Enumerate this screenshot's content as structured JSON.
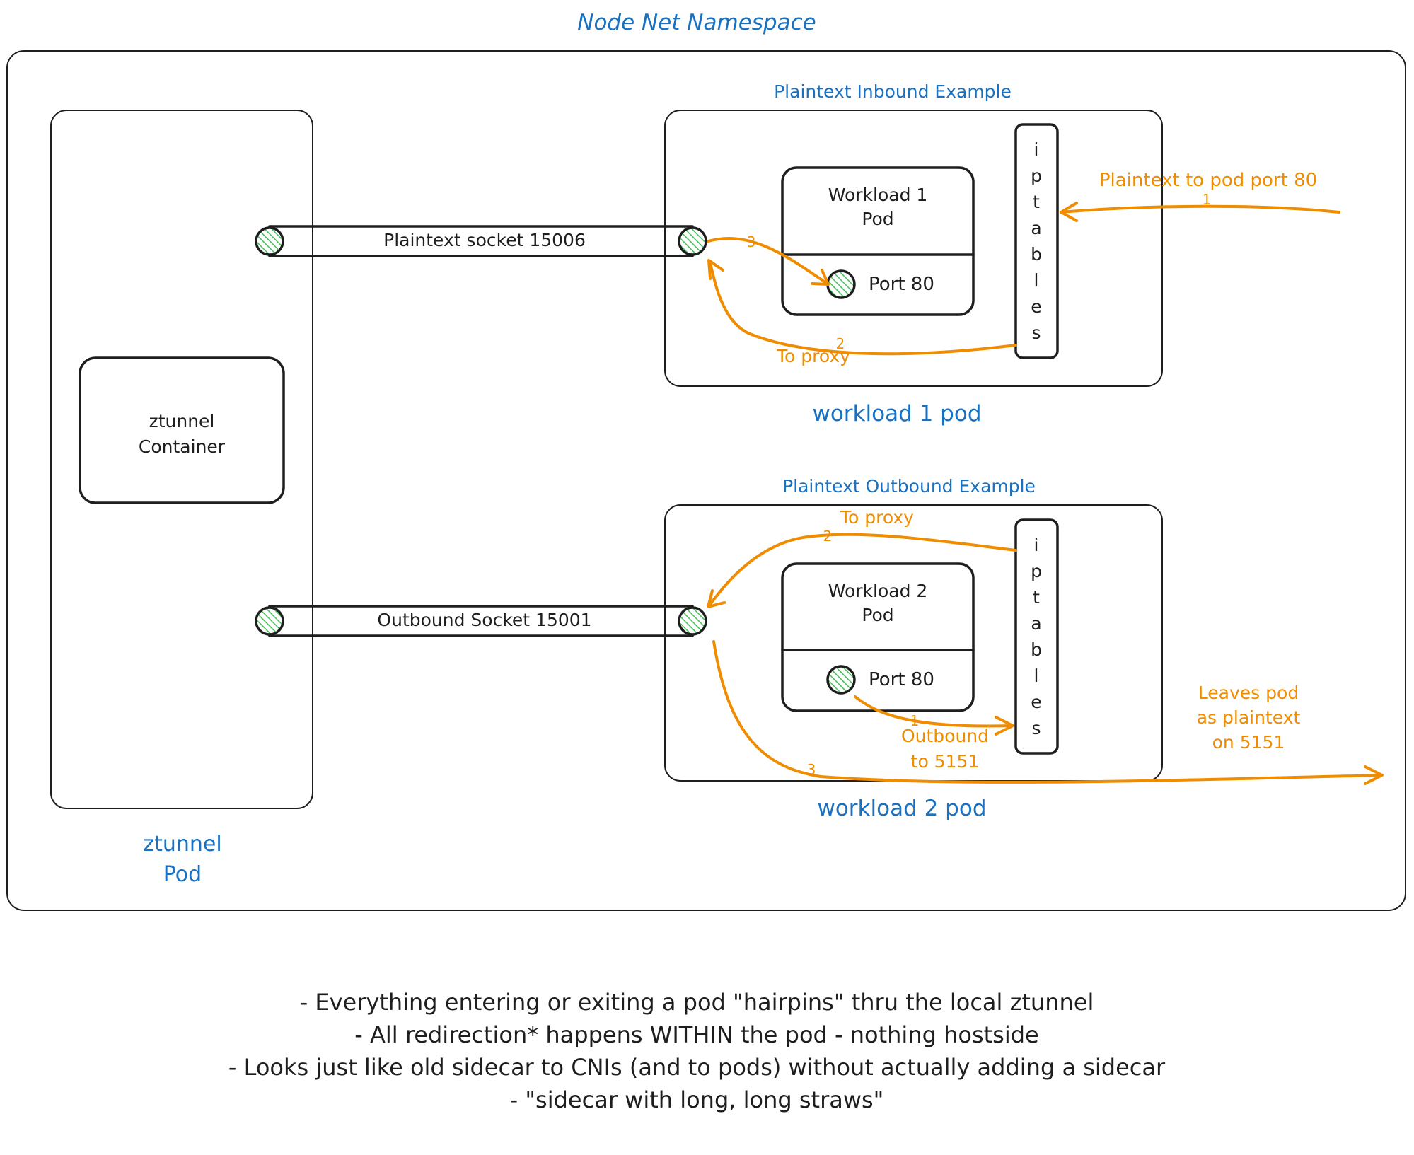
{
  "title": "Node Net Namespace",
  "colors": {
    "blue": "#1971c2",
    "orange": "#f08c00",
    "ink": "#1e1e1e",
    "hatch": "#40c057"
  },
  "ztunnel_pod": {
    "label_line1": "ztunnel",
    "label_line2": "Pod",
    "container_line1": "ztunnel",
    "container_line2": "Container"
  },
  "sockets": {
    "plaintext": "Plaintext socket 15006",
    "outbound": "Outbound Socket 15001"
  },
  "inbound_example": {
    "title": "Plaintext Inbound Example",
    "pod_label": "workload 1 pod",
    "workload_line1": "Workload 1",
    "workload_line2": "Pod",
    "port": "Port 80",
    "iptables": [
      "i",
      "p",
      "t",
      "a",
      "b",
      "l",
      "e",
      "s"
    ],
    "arrow_1_label": "Plaintext to pod port 80",
    "arrow_1_step": "1",
    "arrow_2_label": "To proxy",
    "arrow_2_step": "2",
    "arrow_3_step": "3"
  },
  "outbound_example": {
    "title": "Plaintext Outbound Example",
    "pod_label": "workload 2 pod",
    "workload_line1": "Workload 2",
    "workload_line2": "Pod",
    "port": "Port 80",
    "iptables": [
      "i",
      "p",
      "t",
      "a",
      "b",
      "l",
      "e",
      "s"
    ],
    "arrow_1_label_line1": "Outbound",
    "arrow_1_label_line2": "to 5151",
    "arrow_1_step": "1",
    "arrow_2_label": "To proxy",
    "arrow_2_step": "2",
    "arrow_3_step": "3",
    "leaves_line1": "Leaves pod",
    "leaves_line2": "as plaintext",
    "leaves_line3": "on 5151"
  },
  "notes": [
    "- Everything entering or exiting a pod \"hairpins\" thru the local ztunnel",
    "- All redirection* happens WITHIN the pod - nothing hostside",
    "- Looks just like old sidecar to CNIs (and to pods) without actually adding a sidecar",
    "- \"sidecar with long, long straws\""
  ]
}
